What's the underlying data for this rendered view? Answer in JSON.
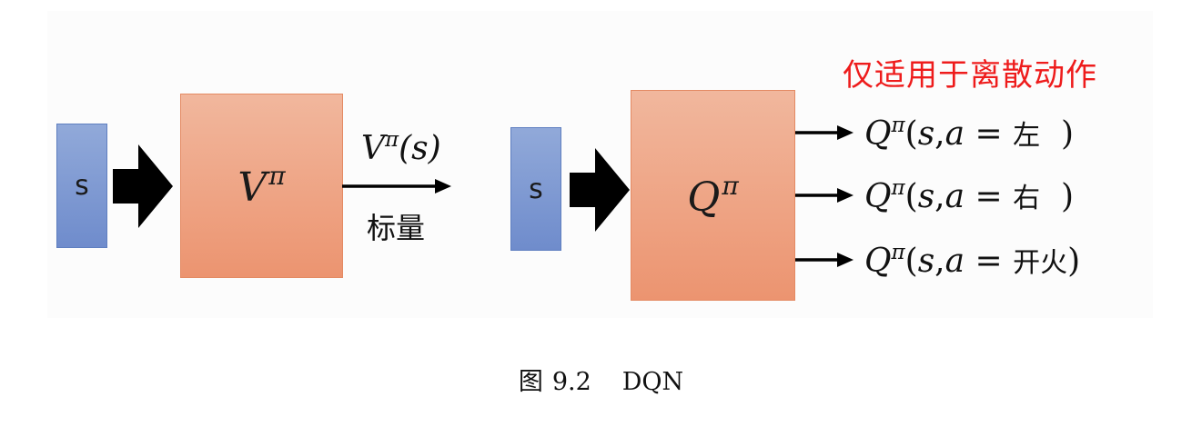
{
  "left_diagram": {
    "state_label": "s",
    "network_symbol": "V",
    "network_superscript": "π",
    "output_symbol": "V",
    "output_superscript": "π",
    "output_arg": "(s)",
    "output_type_label": "标量"
  },
  "right_diagram": {
    "state_label": "s",
    "network_symbol": "Q",
    "network_superscript": "π",
    "note": "仅适用于离散动作",
    "outputs": [
      {
        "symbol": "Q",
        "superscript": "π",
        "prefix": "(",
        "s": "s",
        "comma": ",",
        "a": "a",
        "eq": " = ",
        "action": "左",
        "close": "  )"
      },
      {
        "symbol": "Q",
        "superscript": "π",
        "prefix": "(",
        "s": "s",
        "comma": ",",
        "a": "a",
        "eq": " = ",
        "action": "右",
        "close": "  )"
      },
      {
        "symbol": "Q",
        "superscript": "π",
        "prefix": "(",
        "s": "s",
        "comma": ",",
        "a": "a",
        "eq": " = ",
        "action": "开火",
        "close": ")"
      }
    ]
  },
  "caption": {
    "prefix": "图",
    "number": "9.2",
    "title": "DQN"
  },
  "colors": {
    "state_box": "#7f99d2",
    "network_box": "#ef9f7c",
    "note_red": "#ee1c1c",
    "arrow": "#000000"
  }
}
